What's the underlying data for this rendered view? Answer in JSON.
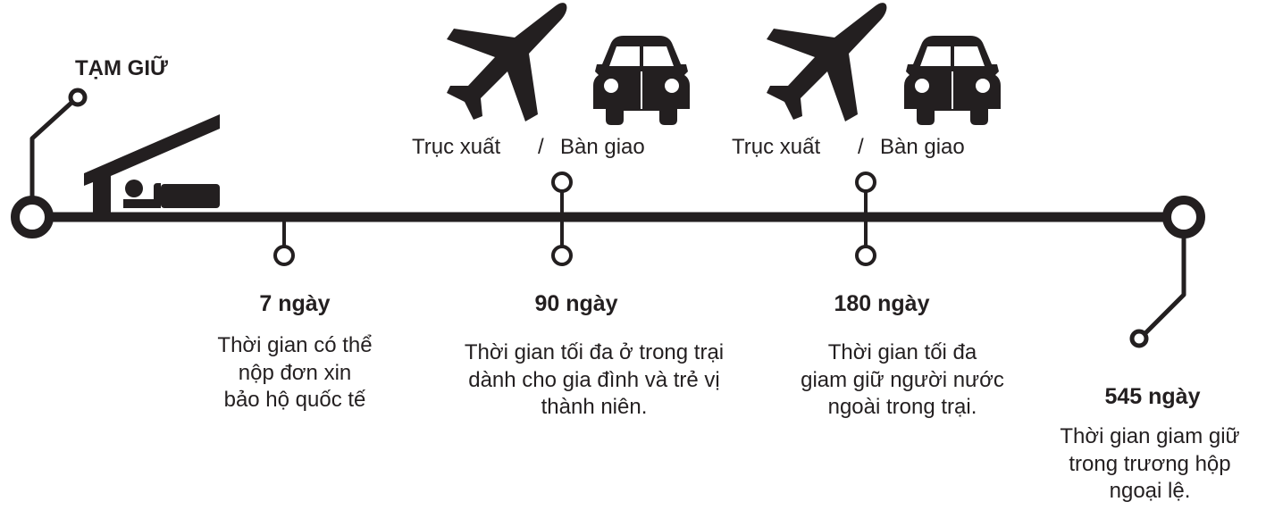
{
  "start_label": "TẠM GIỮ",
  "transfer": {
    "left": {
      "deport": "Trục xuất",
      "sep": "/",
      "handover": "Bàn giao"
    },
    "right": {
      "deport": "Trục xuất",
      "sep": "/",
      "handover": "Bàn giao"
    }
  },
  "milestones": [
    {
      "days": "7 ngày",
      "lines": [
        "Thời gian có thể",
        "nộp đơn xin",
        "bảo hộ quốc tế"
      ]
    },
    {
      "days": "90 ngày",
      "lines": [
        "Thời gian tối đa ở trong trại",
        "dành cho gia đình và trẻ vị",
        "thành niên."
      ]
    },
    {
      "days": "180 ngày",
      "lines": [
        "Thời gian tối đa",
        "giam giữ người nước",
        "ngoài trong trại."
      ]
    },
    {
      "days": "545 ngày",
      "lines": [
        "Thời gian giam giữ",
        "trong trương hộp",
        "ngoại lệ."
      ]
    }
  ],
  "icons": [
    "shelter-icon",
    "sleeping-person-icon",
    "airplane-icon",
    "car-icon"
  ],
  "colors": {
    "ink": "#231f20",
    "background": "#ffffff"
  }
}
